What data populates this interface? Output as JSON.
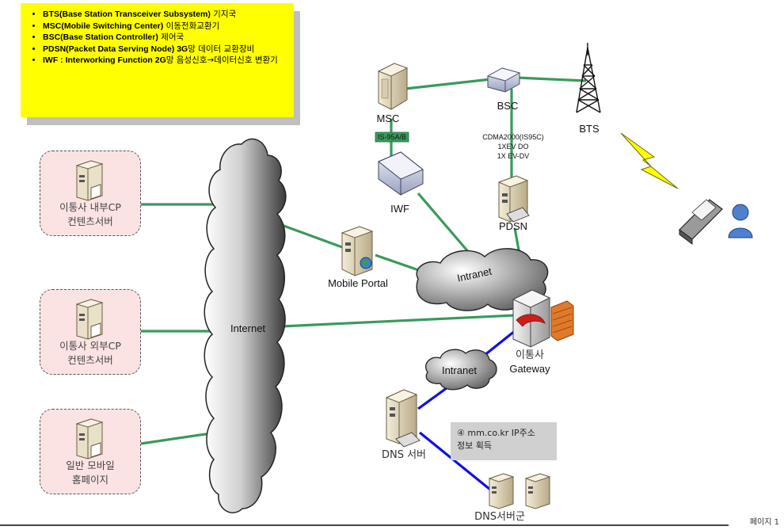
{
  "legend": {
    "items": [
      {
        "bold": "BTS(Base Station Transceiver Subsystem)",
        "text": " 기지국"
      },
      {
        "bold": "MSC(Mobile Switching Center)",
        "text": " 이동전화교환기"
      },
      {
        "bold": "BSC(Base Station Controller)",
        "text": " 제어국"
      },
      {
        "bold": "PDSN(Packet Data Serving Node) 3G",
        "text": "망 데이터 교환장비"
      },
      {
        "bold": "IWF : Interworking Function 2G",
        "text": "망 음성신호→데이터신호 변환기"
      }
    ]
  },
  "cp_boxes": [
    {
      "line1": "이통사 내부CP",
      "line2": "컨텐츠서버"
    },
    {
      "line1": "이통사 외부CP",
      "line2": "컨텐츠서버"
    },
    {
      "line1": "일반 모바일",
      "line2": "홈페이지"
    }
  ],
  "nodes": {
    "internet": "Internet",
    "msc": "MSC",
    "bsc": "BSC",
    "bts": "BTS",
    "iwf": "IWF",
    "pdsn": "PDSN",
    "mobile_portal": "Mobile Portal",
    "intranet_top": "Intranet",
    "intranet_bottom": "Intranet",
    "gateway_line1": "이통사",
    "gateway_line2": "Gateway",
    "dns_server": "DNS 서버",
    "dns_group": "DNS서버군"
  },
  "links": {
    "msc_iwf": "IS-95A/B",
    "bsc_pdsn_line1": "CDMA2000(IS95C)",
    "bsc_pdsn_line2": "1XEV DO",
    "bsc_pdsn_line3": "1X EV-DV"
  },
  "note": {
    "line1": "④ mm.co.kr IP주소",
    "line2": "정보 획득"
  },
  "page_label": "페이지 1",
  "colors": {
    "green_link": "#3a9a5b",
    "blue_link": "#1010e0",
    "legend_bg": "#ffff00",
    "cp_bg": "#fbe3e3"
  }
}
